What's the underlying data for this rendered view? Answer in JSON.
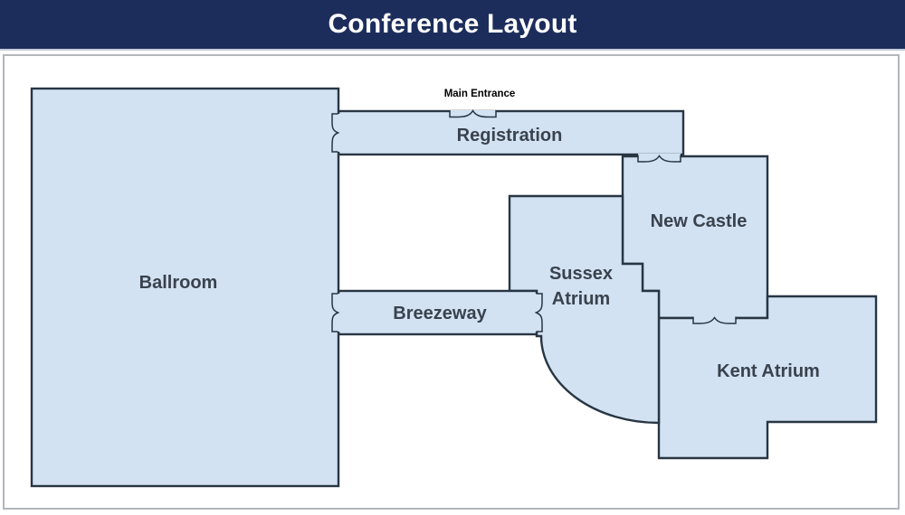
{
  "header": {
    "title": "Conference Layout"
  },
  "colors": {
    "header_bg": "#1c2d5c",
    "header_text": "#ffffff",
    "room_fill": "#d2e2f3",
    "wall": "#283543",
    "label": "#3a424d",
    "panel_border": "#b2b6bb"
  },
  "entrance": {
    "label": "Main Entrance"
  },
  "rooms": [
    {
      "id": "ballroom",
      "label": "Ballroom"
    },
    {
      "id": "registration",
      "label": "Registration"
    },
    {
      "id": "breezeway",
      "label": "Breezeway"
    },
    {
      "id": "sussex-atrium",
      "label": "Sussex Atrium",
      "label_lines": [
        "Sussex",
        "Atrium"
      ]
    },
    {
      "id": "new-castle",
      "label": "New Castle"
    },
    {
      "id": "kent-atrium",
      "label": "Kent Atrium"
    }
  ],
  "doors": [
    {
      "name": "main-entrance-door"
    },
    {
      "name": "ballroom-registration-door"
    },
    {
      "name": "registration-new-castle-door"
    },
    {
      "name": "ballroom-breezeway-door"
    },
    {
      "name": "breezeway-sussex-door"
    },
    {
      "name": "new-castle-kent-door"
    }
  ]
}
